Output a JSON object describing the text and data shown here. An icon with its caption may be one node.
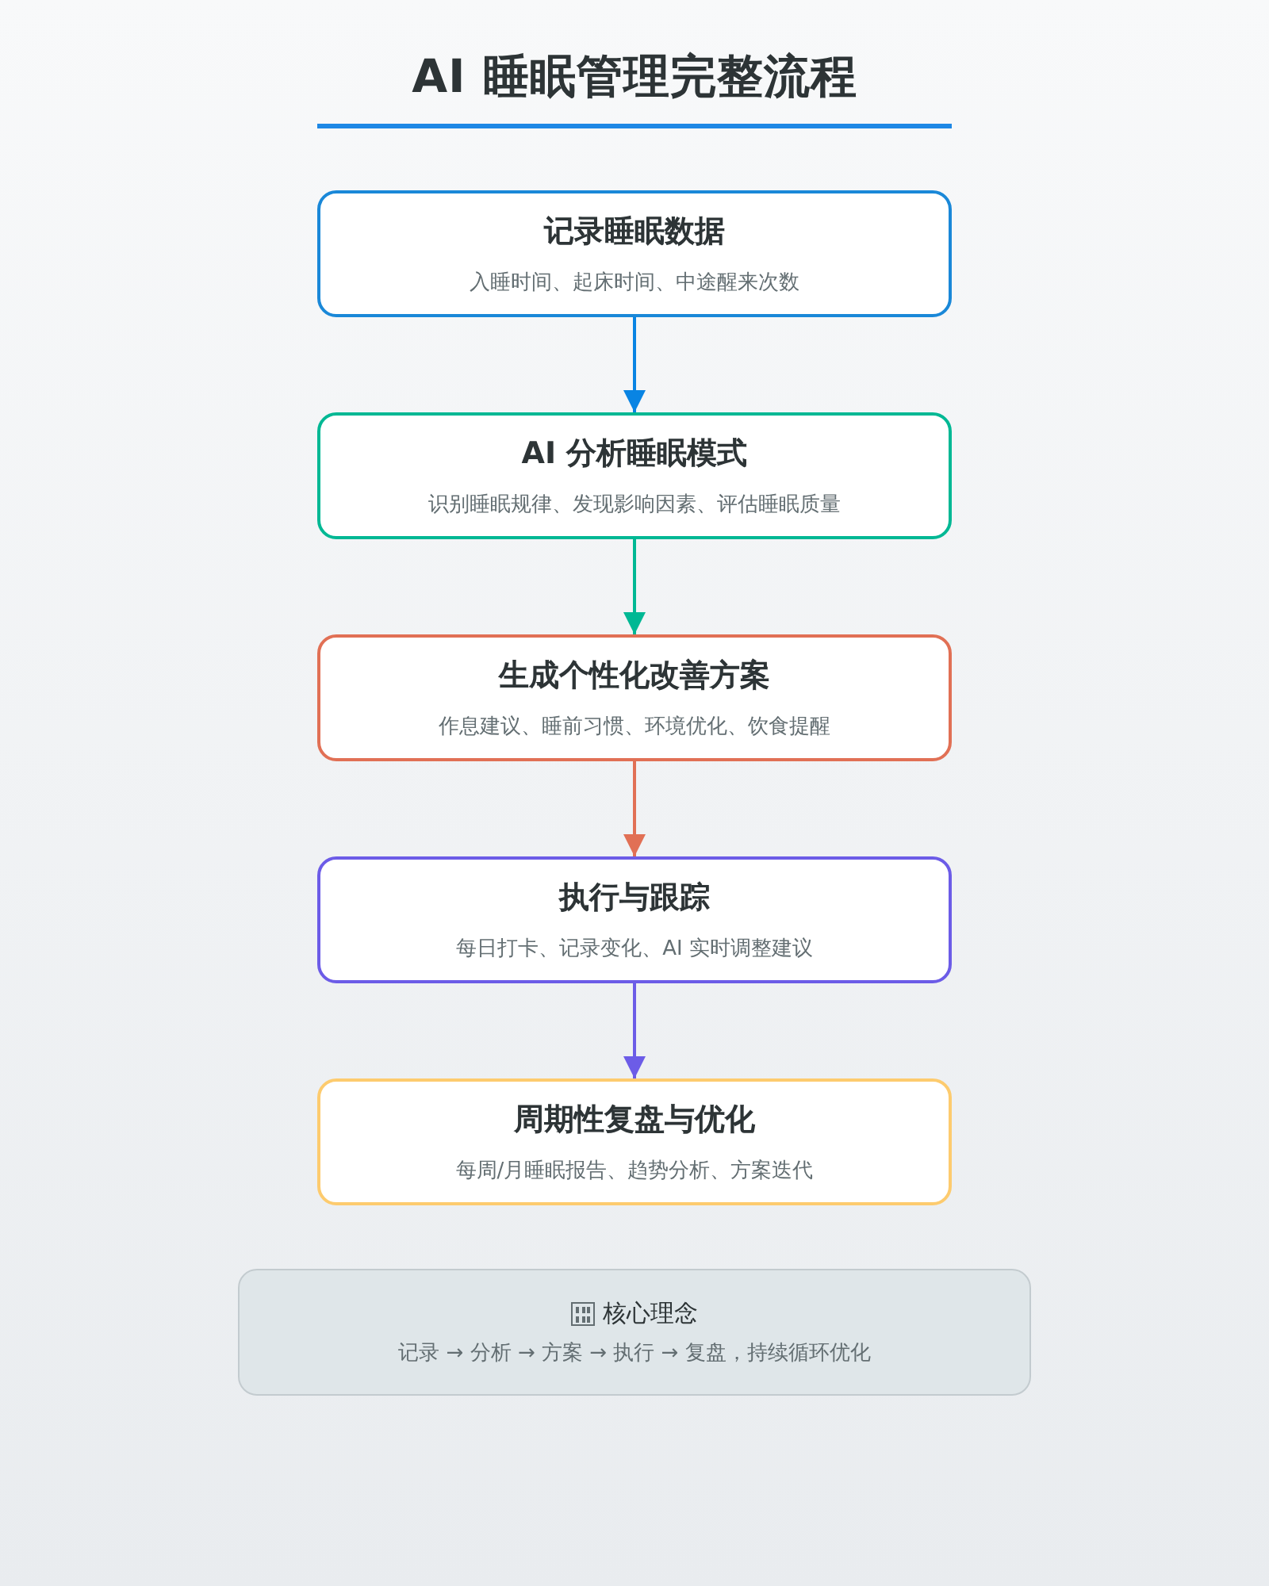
{
  "diagram": {
    "title": "AI 睡眠管理完整流程",
    "nodes": [
      {
        "text": [
          "记录睡眠数据",
          "入睡时间、起床时间、中途醒来次数"
        ]
      },
      {
        "text": [
          "AI 分析睡眠模式",
          "识别睡眠规律、发现影响因素、评估睡眠质量"
        ]
      },
      {
        "text": [
          "生成个性化改善方案",
          "作息建议、睡前习惯、环境优化、饮食提醒"
        ]
      },
      {
        "text": [
          "执行与跟踪",
          "每日打卡、记录变化、AI 实时调整建议"
        ]
      },
      {
        "text": [
          "周期性复盘与优化",
          "每周/月睡眠报告、趋势分析、方案迭代"
        ]
      },
      {
        "text": [
          "核心理念",
          "记录 → 分析 → 方案 → 执行 → 复盘，持续循环优化"
        ]
      }
    ],
    "edges": [
      {
        "from": 0,
        "to": 1,
        "arrow": "to",
        "color": "#0984e3"
      },
      {
        "from": 1,
        "to": 2,
        "arrow": "to",
        "color": "#00b894"
      },
      {
        "from": 2,
        "to": 3,
        "arrow": "to",
        "color": "#e17055"
      },
      {
        "from": 3,
        "to": 4,
        "arrow": "to",
        "color": "#6c5ce7"
      }
    ]
  }
}
